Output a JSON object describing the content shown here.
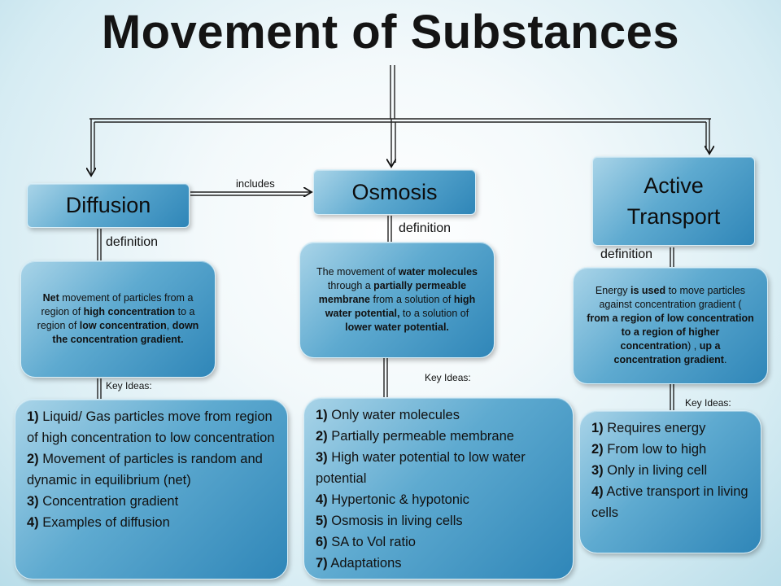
{
  "title": "Movement of Substances",
  "connector_label": "includes",
  "concepts": {
    "diffusion": {
      "name": "Diffusion",
      "def_label": "definition",
      "definition": [
        {
          "t": "Net",
          "b": true
        },
        {
          "t": " movement of particles from a region of ",
          "b": false
        },
        {
          "t": "high concentration",
          "b": true
        },
        {
          "t": " to a region of ",
          "b": false
        },
        {
          "t": "low concentration",
          "b": true
        },
        {
          "t": ", ",
          "b": false
        },
        {
          "t": "down the concentration gradient.",
          "b": true
        }
      ],
      "key_label": "Key Ideas:",
      "key_ideas": [
        {
          "n": "1)",
          "t": " Liquid/ Gas particles move from region of high concentration to low concentration"
        },
        {
          "n": "2)",
          "t": " Movement of particles is random and dynamic in equilibrium (net)"
        },
        {
          "n": "3)",
          "t": " Concentration gradient"
        },
        {
          "n": "4)",
          "t": " Examples of diffusion"
        }
      ]
    },
    "osmosis": {
      "name": "Osmosis",
      "def_label": "definition",
      "definition": [
        {
          "t": "The movement of ",
          "b": false
        },
        {
          "t": "water molecules",
          "b": true
        },
        {
          "t": " through a ",
          "b": false
        },
        {
          "t": "partially permeable membrane",
          "b": true
        },
        {
          "t": " from a solution of ",
          "b": false
        },
        {
          "t": "high water potential,",
          "b": true
        },
        {
          "t": " to a solution of ",
          "b": false
        },
        {
          "t": "lower water potential.",
          "b": true
        }
      ],
      "key_label": "Key Ideas:",
      "key_ideas": [
        {
          "n": "1)",
          "t": " Only water molecules"
        },
        {
          "n": "2)",
          "t": " Partially permeable membrane"
        },
        {
          "n": "3)",
          "t": " High water potential to low water potential"
        },
        {
          "n": "4)",
          "t": " Hypertonic & hypotonic"
        },
        {
          "n": "5)",
          "t": " Osmosis in living cells"
        },
        {
          "n": "6)",
          "t": " SA to Vol ratio"
        },
        {
          "n": "7)",
          "t": " Adaptations"
        }
      ]
    },
    "active": {
      "name": "Active Transport",
      "def_label": "definition",
      "definition": [
        {
          "t": "Energy ",
          "b": false
        },
        {
          "t": "is used",
          "b": true
        },
        {
          "t": " to move particles against concentration gradient ( ",
          "b": false
        },
        {
          "t": "from a region of low concentration to a region of higher concentration",
          "b": true
        },
        {
          "t": ") , ",
          "b": false
        },
        {
          "t": "up a concentration gradient",
          "b": true
        },
        {
          "t": ".",
          "b": false
        }
      ],
      "key_label": "Key Ideas:",
      "key_ideas": [
        {
          "n": "1)",
          "t": " Requires energy"
        },
        {
          "n": "2)",
          "t": " From low to high"
        },
        {
          "n": "3)",
          "t": " Only in living cell"
        },
        {
          "n": "4)",
          "t": " Active transport in living cells"
        }
      ]
    }
  }
}
